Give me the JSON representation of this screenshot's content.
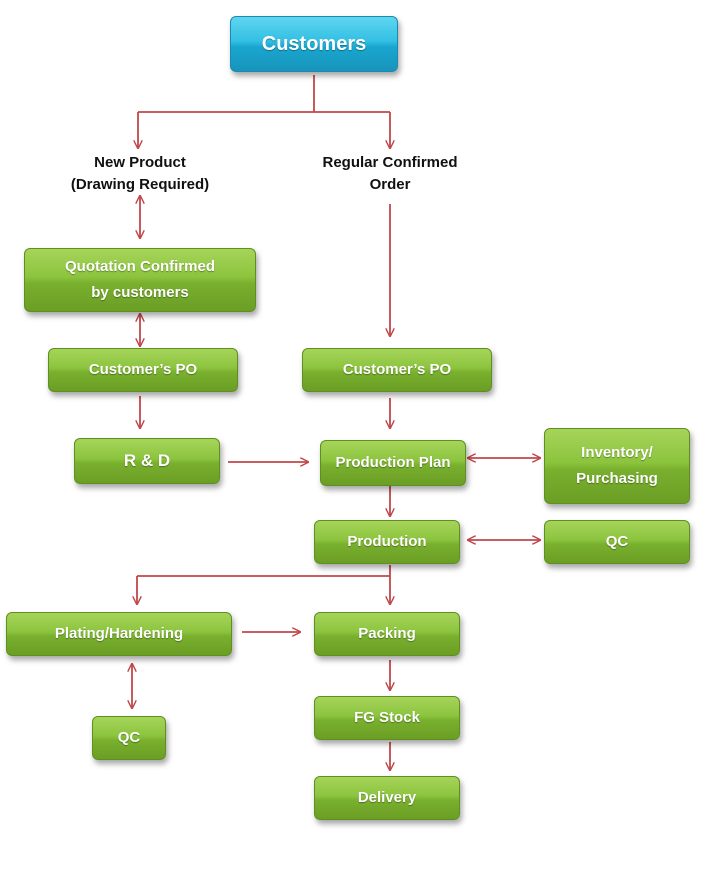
{
  "nodes": {
    "customers": "Customers",
    "new_product_line1": "New Product",
    "new_product_line2": "(Drawing Required)",
    "regular_line1": "Regular Confirmed",
    "regular_line2": "Order",
    "quotation_line1": "Quotation Confirmed",
    "quotation_line2": "by customers",
    "customers_po_left": "Customer’s PO",
    "customers_po_right": "Customer’s PO",
    "rnd": "R & D",
    "production_plan": "Production Plan",
    "inventory_line1": "Inventory/",
    "inventory_line2": "Purchasing",
    "production": "Production",
    "qc_right": "QC",
    "plating": "Plating/Hardening",
    "packing": "Packing",
    "qc_left": "QC",
    "fg_stock": "FG Stock",
    "delivery": "Delivery"
  },
  "colors": {
    "arrow": "#c0474a",
    "green": "#8cc43e",
    "blue": "#33bfe3"
  }
}
